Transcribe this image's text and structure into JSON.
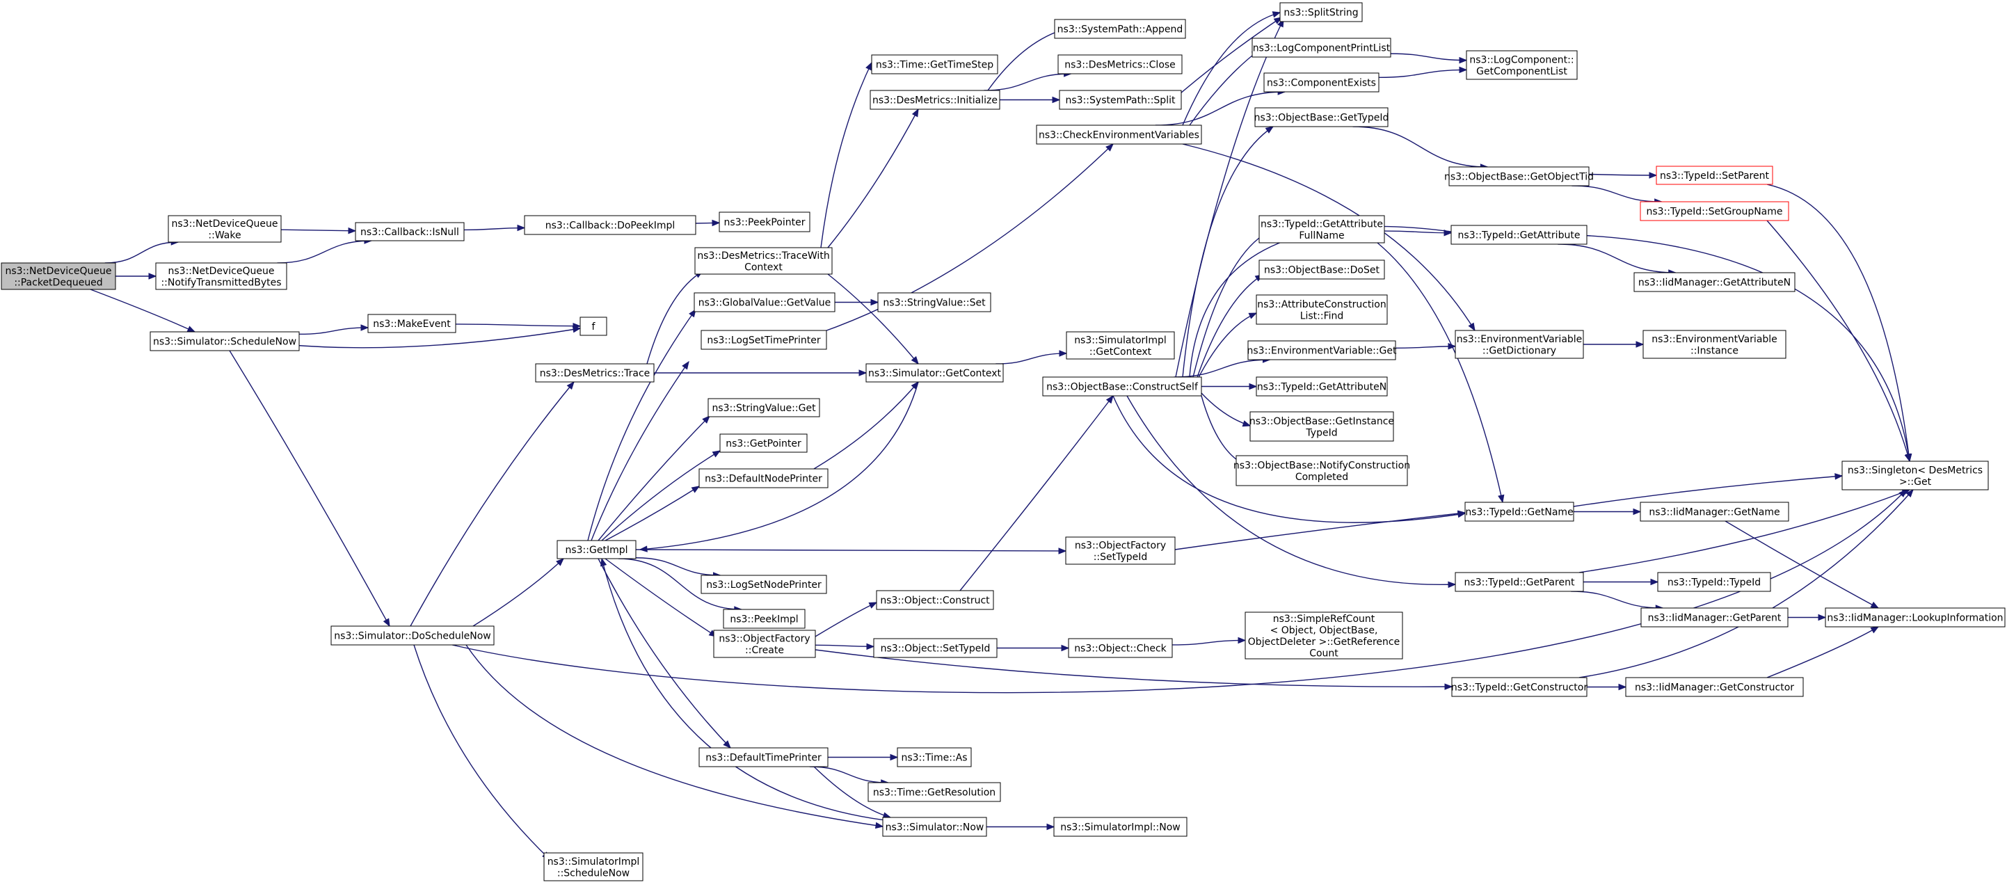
{
  "graph": {
    "colors": {
      "edge": "#191970",
      "root_fill": "#bfbfbf",
      "node_stroke": "#000000",
      "truncated_stroke": "#ff0000"
    },
    "nodes": [
      {
        "id": "root",
        "label": [
          "ns3::NetDeviceQueue",
          "::PacketDequeued"
        ],
        "root": true
      },
      {
        "id": "wake",
        "label": [
          "ns3::NetDeviceQueue",
          "::Wake"
        ]
      },
      {
        "id": "notify",
        "label": [
          "ns3::NetDeviceQueue",
          "::NotifyTransmittedBytes"
        ]
      },
      {
        "id": "schedNow",
        "label": [
          "ns3::Simulator::ScheduleNow"
        ]
      },
      {
        "id": "isNull",
        "label": [
          "ns3::Callback::IsNull"
        ]
      },
      {
        "id": "doPeek",
        "label": [
          "ns3::Callback::DoPeekImpl"
        ]
      },
      {
        "id": "peekPtr",
        "label": [
          "ns3::PeekPointer"
        ]
      },
      {
        "id": "makeEvent",
        "label": [
          "ns3::MakeEvent"
        ]
      },
      {
        "id": "f",
        "label": [
          "f"
        ]
      },
      {
        "id": "doSched",
        "label": [
          "ns3::Simulator::DoScheduleNow"
        ]
      },
      {
        "id": "desTrace",
        "label": [
          "ns3::DesMetrics::Trace"
        ]
      },
      {
        "id": "getImpl",
        "label": [
          "ns3::GetImpl"
        ]
      },
      {
        "id": "implSched",
        "label": [
          "ns3::SimulatorImpl",
          "::ScheduleNow"
        ]
      },
      {
        "id": "traceWith",
        "label": [
          "ns3::DesMetrics::TraceWith",
          "Context"
        ]
      },
      {
        "id": "gvGet",
        "label": [
          "ns3::GlobalValue::GetValue"
        ]
      },
      {
        "id": "logTime",
        "label": [
          "ns3::LogSetTimePrinter"
        ]
      },
      {
        "id": "svGet",
        "label": [
          "ns3::StringValue::Get"
        ]
      },
      {
        "id": "getPtr",
        "label": [
          "ns3::GetPointer"
        ]
      },
      {
        "id": "defNode",
        "label": [
          "ns3::DefaultNodePrinter"
        ]
      },
      {
        "id": "logNode",
        "label": [
          "ns3::LogSetNodePrinter"
        ]
      },
      {
        "id": "peekImpl",
        "label": [
          "ns3::PeekImpl"
        ]
      },
      {
        "id": "ofCreate",
        "label": [
          "ns3::ObjectFactory",
          "::Create"
        ]
      },
      {
        "id": "defTime",
        "label": [
          "ns3::DefaultTimePrinter"
        ]
      },
      {
        "id": "getTimeStep",
        "label": [
          "ns3::Time::GetTimeStep"
        ]
      },
      {
        "id": "desInit",
        "label": [
          "ns3::DesMetrics::Initialize"
        ]
      },
      {
        "id": "svSet",
        "label": [
          "ns3::StringValue::Set"
        ]
      },
      {
        "id": "simGetCtx",
        "label": [
          "ns3::Simulator::GetContext"
        ]
      },
      {
        "id": "objConstruct",
        "label": [
          "ns3::Object::Construct"
        ]
      },
      {
        "id": "objSetTid",
        "label": [
          "ns3::Object::SetTypeId"
        ]
      },
      {
        "id": "timeAs",
        "label": [
          "ns3::Time::As"
        ]
      },
      {
        "id": "timeRes",
        "label": [
          "ns3::Time::GetResolution"
        ]
      },
      {
        "id": "simNow",
        "label": [
          "ns3::Simulator::Now"
        ]
      },
      {
        "id": "spAppend",
        "label": [
          "ns3::SystemPath::Append"
        ]
      },
      {
        "id": "desClose",
        "label": [
          "ns3::DesMetrics::Close"
        ]
      },
      {
        "id": "spSplit",
        "label": [
          "ns3::SystemPath::Split"
        ]
      },
      {
        "id": "checkEnv",
        "label": [
          "ns3::CheckEnvironmentVariables"
        ]
      },
      {
        "id": "implGetCtx",
        "label": [
          "ns3::SimulatorImpl",
          "::GetContext"
        ]
      },
      {
        "id": "ofSetTid",
        "label": [
          "ns3::ObjectFactory",
          "::SetTypeId"
        ]
      },
      {
        "id": "objCheck",
        "label": [
          "ns3::Object::Check"
        ]
      },
      {
        "id": "implNow",
        "label": [
          "ns3::SimulatorImpl::Now"
        ]
      },
      {
        "id": "splitStr",
        "label": [
          "ns3::SplitString"
        ]
      },
      {
        "id": "logPrint",
        "label": [
          "ns3::LogComponentPrintList"
        ]
      },
      {
        "id": "compExists",
        "label": [
          "ns3::ComponentExists"
        ]
      },
      {
        "id": "obGetTid",
        "label": [
          "ns3::ObjectBase::GetTypeId"
        ]
      },
      {
        "id": "tidAttrFull",
        "label": [
          "ns3::TypeId::GetAttribute",
          "FullName"
        ]
      },
      {
        "id": "obDoSet",
        "label": [
          "ns3::ObjectBase::DoSet"
        ]
      },
      {
        "id": "acFind",
        "label": [
          "ns3::AttributeConstruction",
          "List::Find"
        ]
      },
      {
        "id": "envGet",
        "label": [
          "ns3::EnvironmentVariable::Get"
        ]
      },
      {
        "id": "obConstructSelf",
        "label": [
          "ns3::ObjectBase::ConstructSelf"
        ]
      },
      {
        "id": "tidAttrN",
        "label": [
          "ns3::TypeId::GetAttributeN"
        ]
      },
      {
        "id": "obInstTid",
        "label": [
          "ns3::ObjectBase::GetInstance",
          "TypeId"
        ]
      },
      {
        "id": "obNotify",
        "label": [
          "ns3::ObjectBase::NotifyConstruction",
          "Completed"
        ]
      },
      {
        "id": "simpleRef",
        "label": [
          "ns3::SimpleRefCount",
          "< Object, ObjectBase,",
          "ObjectDeleter >::GetReference",
          "Count"
        ]
      },
      {
        "id": "logCompList",
        "label": [
          "ns3::LogComponent::",
          "GetComponentList"
        ]
      },
      {
        "id": "obGetOTid",
        "label": [
          "ns3::ObjectBase::GetObjectTid"
        ]
      },
      {
        "id": "tidGetAttr",
        "label": [
          "ns3::TypeId::GetAttribute"
        ]
      },
      {
        "id": "envDict",
        "label": [
          "ns3::EnvironmentVariable",
          "::GetDictionary"
        ]
      },
      {
        "id": "tidGetName",
        "label": [
          "ns3::TypeId::GetName"
        ]
      },
      {
        "id": "tidGetParent",
        "label": [
          "ns3::TypeId::GetParent"
        ]
      },
      {
        "id": "tidGetCons",
        "label": [
          "ns3::TypeId::GetConstructor"
        ]
      },
      {
        "id": "tidSetParent",
        "label": [
          "ns3::TypeId::SetParent"
        ],
        "truncated": true
      },
      {
        "id": "tidSetGroup",
        "label": [
          "ns3::TypeId::SetGroupName"
        ],
        "truncated": true
      },
      {
        "id": "iidAttrN",
        "label": [
          "ns3::IidManager::GetAttributeN"
        ]
      },
      {
        "id": "envInst",
        "label": [
          "ns3::EnvironmentVariable",
          "::Instance"
        ]
      },
      {
        "id": "iidGetName",
        "label": [
          "ns3::IidManager::GetName"
        ]
      },
      {
        "id": "tidTypeId",
        "label": [
          "ns3::TypeId::TypeId"
        ]
      },
      {
        "id": "iidGetParent",
        "label": [
          "ns3::IidManager::GetParent"
        ]
      },
      {
        "id": "iidGetCons",
        "label": [
          "ns3::IidManager::GetConstructor"
        ]
      },
      {
        "id": "singleton",
        "label": [
          "ns3::Singleton< DesMetrics",
          ">::Get"
        ]
      },
      {
        "id": "iidLookup",
        "label": [
          "ns3::IidManager::LookupInformation"
        ]
      }
    ],
    "edges": [
      [
        "root",
        "wake"
      ],
      [
        "root",
        "notify"
      ],
      [
        "root",
        "schedNow"
      ],
      [
        "wake",
        "isNull"
      ],
      [
        "notify",
        "isNull"
      ],
      [
        "isNull",
        "doPeek"
      ],
      [
        "doPeek",
        "peekPtr"
      ],
      [
        "schedNow",
        "makeEvent"
      ],
      [
        "schedNow",
        "f"
      ],
      [
        "makeEvent",
        "f"
      ],
      [
        "schedNow",
        "doSched"
      ],
      [
        "doSched",
        "desTrace"
      ],
      [
        "doSched",
        "getImpl"
      ],
      [
        "doSched",
        "implSched"
      ],
      [
        "doSched",
        "simNow"
      ],
      [
        "doSched",
        "singleton"
      ],
      [
        "desTrace",
        "traceWith"
      ],
      [
        "desTrace",
        "simGetCtx"
      ],
      [
        "traceWith",
        "getTimeStep"
      ],
      [
        "traceWith",
        "desInit"
      ],
      [
        "traceWith",
        "simGetCtx"
      ],
      [
        "desInit",
        "spAppend"
      ],
      [
        "desInit",
        "desClose"
      ],
      [
        "desInit",
        "spSplit"
      ],
      [
        "getImpl",
        "gvGet"
      ],
      [
        "getImpl",
        "logTime"
      ],
      [
        "getImpl",
        "svGet"
      ],
      [
        "getImpl",
        "getPtr"
      ],
      [
        "getImpl",
        "defNode"
      ],
      [
        "getImpl",
        "logNode"
      ],
      [
        "getImpl",
        "peekImpl"
      ],
      [
        "getImpl",
        "ofCreate"
      ],
      [
        "getImpl",
        "defTime"
      ],
      [
        "getImpl",
        "ofSetTid"
      ],
      [
        "gvGet",
        "svSet"
      ],
      [
        "logTime",
        "checkEnv"
      ],
      [
        "defNode",
        "simGetCtx"
      ],
      [
        "simGetCtx",
        "getImpl"
      ],
      [
        "simGetCtx",
        "implGetCtx"
      ],
      [
        "ofCreate",
        "objConstruct"
      ],
      [
        "ofCreate",
        "objSetTid"
      ],
      [
        "ofCreate",
        "tidGetCons"
      ],
      [
        "defTime",
        "timeAs"
      ],
      [
        "defTime",
        "timeRes"
      ],
      [
        "defTime",
        "simNow"
      ],
      [
        "simNow",
        "getImpl"
      ],
      [
        "simNow",
        "implNow"
      ],
      [
        "objConstruct",
        "obConstructSelf"
      ],
      [
        "objSetTid",
        "objCheck"
      ],
      [
        "objCheck",
        "simpleRef"
      ],
      [
        "spSplit",
        "splitStr"
      ],
      [
        "checkEnv",
        "splitStr"
      ],
      [
        "checkEnv",
        "logPrint"
      ],
      [
        "checkEnv",
        "compExists"
      ],
      [
        "checkEnv",
        "envDict"
      ],
      [
        "logPrint",
        "logCompList"
      ],
      [
        "compExists",
        "logCompList"
      ],
      [
        "ofSetTid",
        "tidGetName"
      ],
      [
        "obConstructSelf",
        "splitStr"
      ],
      [
        "obConstructSelf",
        "obGetTid"
      ],
      [
        "obConstructSelf",
        "tidAttrFull"
      ],
      [
        "obConstructSelf",
        "obDoSet"
      ],
      [
        "obConstructSelf",
        "acFind"
      ],
      [
        "obConstructSelf",
        "envGet"
      ],
      [
        "obConstructSelf",
        "tidAttrN"
      ],
      [
        "obConstructSelf",
        "obInstTid"
      ],
      [
        "obConstructSelf",
        "obNotify"
      ],
      [
        "obConstructSelf",
        "tidGetAttr"
      ],
      [
        "obConstructSelf",
        "tidGetName"
      ],
      [
        "obConstructSelf",
        "tidGetParent"
      ],
      [
        "obGetTid",
        "obGetOTid"
      ],
      [
        "obGetOTid",
        "tidSetParent"
      ],
      [
        "obGetOTid",
        "tidSetGroup"
      ],
      [
        "tidAttrFull",
        "tidGetAttr"
      ],
      [
        "tidAttrFull",
        "tidGetName"
      ],
      [
        "envGet",
        "envDict"
      ],
      [
        "envDict",
        "envInst"
      ],
      [
        "tidGetAttr",
        "iidAttrN"
      ],
      [
        "tidGetAttr",
        "singleton"
      ],
      [
        "tidSetParent",
        "singleton"
      ],
      [
        "tidSetGroup",
        "singleton"
      ],
      [
        "tidGetName",
        "singleton"
      ],
      [
        "tidGetName",
        "iidGetName"
      ],
      [
        "tidGetParent",
        "singleton"
      ],
      [
        "tidGetParent",
        "tidTypeId"
      ],
      [
        "tidGetParent",
        "iidGetParent"
      ],
      [
        "tidGetCons",
        "singleton"
      ],
      [
        "tidGetCons",
        "iidGetCons"
      ],
      [
        "iidGetName",
        "iidLookup"
      ],
      [
        "iidGetParent",
        "iidLookup"
      ],
      [
        "iidGetCons",
        "iidLookup"
      ]
    ]
  }
}
